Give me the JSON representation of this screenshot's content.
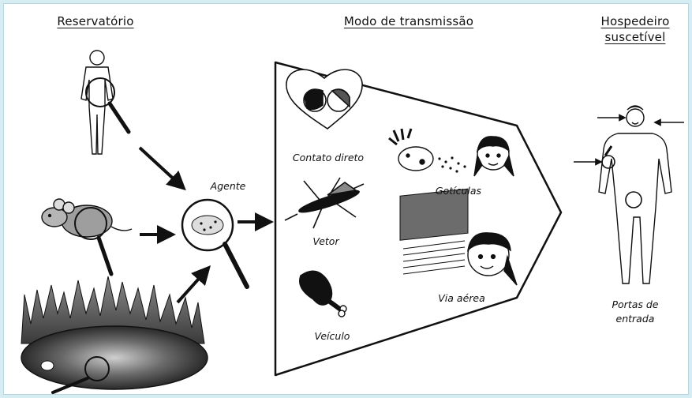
{
  "headings": {
    "reservoir": "Reservatório",
    "transmission": "Modo de transmissão",
    "host_line1": "Hospedeiro",
    "host_line2": "suscetível"
  },
  "labels": {
    "agent": "Agente",
    "direct_contact": "Contato direto",
    "droplets": "Gotículas",
    "vector": "Vetor",
    "airborne": "Via aérea",
    "vehicle": "Veículo",
    "entry_line1": "Portas de",
    "entry_line2": "entrada"
  },
  "colors": {
    "background": "#d6eef3",
    "ink": "#111111"
  }
}
